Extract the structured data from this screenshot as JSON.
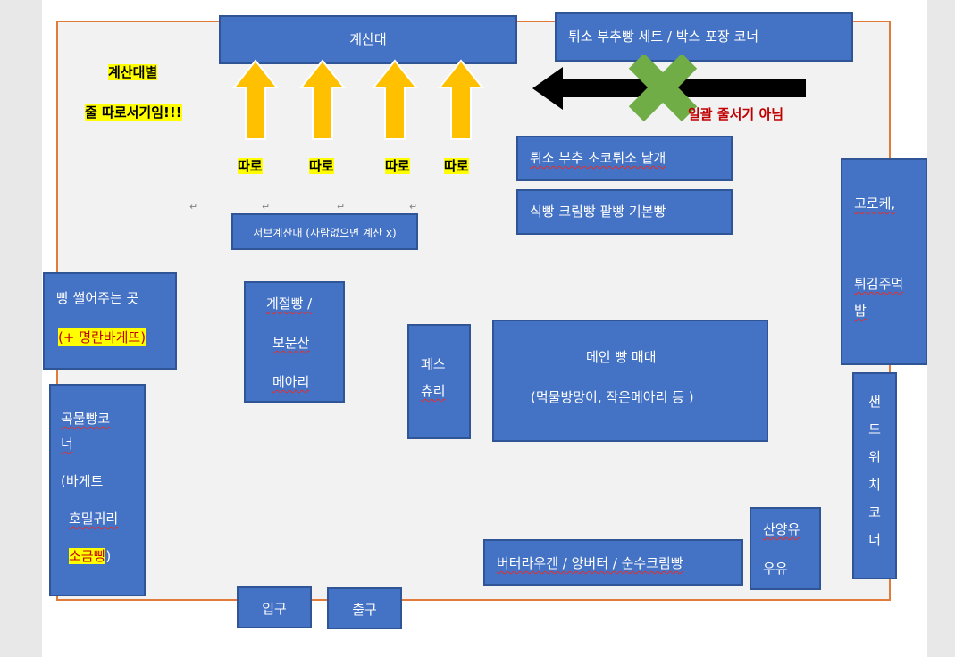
{
  "colors": {
    "box_fill": "#4472c4",
    "box_border": "#2f5597",
    "highlight": "#ffff00",
    "arrow": "#ffc000",
    "x_mark": "#70ad47",
    "warning_text": "#c00000",
    "floor_border": "#e07b39"
  },
  "counter": {
    "label": "계산대"
  },
  "counter_note": {
    "line1": "계산대별",
    "line2": "줄 따로서기임!!!"
  },
  "lanes": [
    {
      "label": "따로"
    },
    {
      "label": "따로"
    },
    {
      "label": "따로"
    },
    {
      "label": "따로"
    }
  ],
  "sub_counter": {
    "label": "서브계산대 (사람없으면 계산 x)"
  },
  "set_corner": {
    "label": "튀소 부추빵 세트 / 박스 포장 코너"
  },
  "no_single_line": {
    "label": "일괄 줄서기 아님",
    "icon": "x-mark-icon"
  },
  "tuiso_single": {
    "label": "튀소 부추 초코튀소 낱개"
  },
  "basic_bread": {
    "label": "식빵 크림빵 팥빵 기본빵"
  },
  "croquette": {
    "line1": "고로케,",
    "line2": "튀김주먹",
    "line3": "밥"
  },
  "sandwich": {
    "chars": [
      "샌",
      "드",
      "위",
      "치",
      "코",
      "너"
    ]
  },
  "slice_area": {
    "line1": "빵 썰어주는 곳",
    "line2": "(+ 명란바게뜨)"
  },
  "seasonal": {
    "line1": "계절빵 /",
    "line2": "보문산",
    "line3": "메아리"
  },
  "pastry": {
    "line1": "페스",
    "line2": "츄리"
  },
  "main_stand": {
    "line1": "메인 빵 매대",
    "line2": "(먹물방망이, 작은메아리 등 )"
  },
  "grain": {
    "line1": "곡물빵코",
    "line2": "너",
    "line3": "(바게트",
    "line4": "호밀귀리",
    "line5": "소금빵",
    "line6": ")"
  },
  "butter": {
    "label": "버터라우겐 / 앙버터 / 순수크림빵"
  },
  "milk": {
    "line1": "산양유",
    "line2": "우유"
  },
  "entrance": {
    "label": "입구"
  },
  "exit": {
    "label": "출구"
  }
}
